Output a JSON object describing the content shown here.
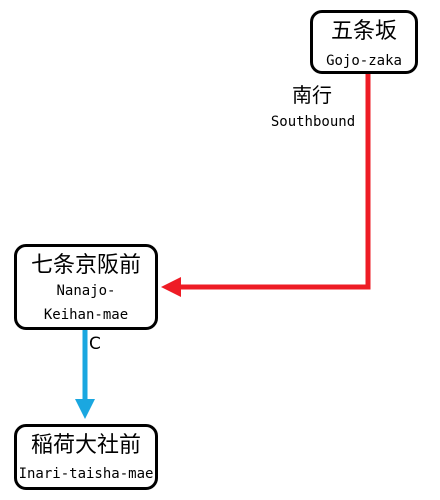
{
  "stations": {
    "gojo": {
      "name_jp": "五条坂",
      "name_en": "Gojo-zaka"
    },
    "nanajo": {
      "name_jp": "七条京阪前",
      "name_en_1": "Nanajo-",
      "name_en_2": "Keihan-mae"
    },
    "inari": {
      "name_jp": "稲荷大社前",
      "name_en": "Inari-taisha-mae"
    }
  },
  "direction": {
    "label_jp": "南行",
    "label_en": "Southbound"
  },
  "route_label": "C",
  "colors": {
    "southbound_route": "#ee1c25",
    "route_c": "#1aa7e0"
  }
}
